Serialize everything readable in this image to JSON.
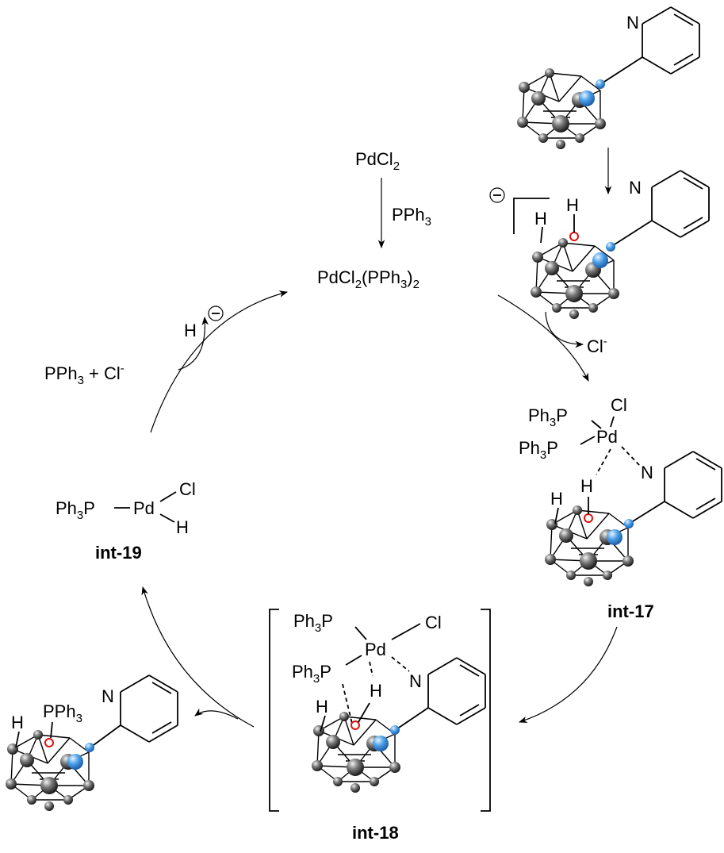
{
  "reagents": {
    "pdcl2": "PdCl",
    "pdcl2_sub": "2",
    "pph3_arrow": "PPh",
    "pph3_arrow_sub": "3",
    "catalyst": "PdCl",
    "catalyst_sub1": "2",
    "catalyst_mid": "(PPh",
    "catalyst_sub2": "3",
    "catalyst_end": ")",
    "catalyst_sub3": "2"
  },
  "byproducts": {
    "cl_minus": "Cl",
    "cl_minus_sup": "-",
    "hydride": "H",
    "hydride_charge": "⊖",
    "pph3_cl_a": "PPh",
    "pph3_cl_sub": "3",
    "pph3_cl_b": " + Cl",
    "pph3_cl_sup": "-"
  },
  "anion": {
    "charge": "⊖",
    "h_top": "H",
    "h_side": "H",
    "n": "N"
  },
  "substrate": {
    "n": "N"
  },
  "int17": {
    "label": "int-17",
    "pph3_top": "Ph",
    "pph3_top_sub": "3",
    "pph3_top_p": "P",
    "pph3_bot": "Ph",
    "pph3_bot_sub": "3",
    "pph3_bot_p": "P",
    "cl": "Cl",
    "pd": "Pd",
    "n": "N",
    "h_top": "H",
    "h_side": "H"
  },
  "int18": {
    "label": "int-18",
    "pph3_top": "Ph",
    "pph3_top_sub": "3",
    "pph3_top_p": "P",
    "pph3_bot": "Ph",
    "pph3_bot_sub": "3",
    "pph3_bot_p": "P",
    "cl": "Cl",
    "pd": "Pd",
    "n": "N",
    "h_top": "H",
    "h_side": "H"
  },
  "int19": {
    "label": "int-19",
    "ph3p": "Ph",
    "ph3p_sub": "3",
    "ph3p_p": "P",
    "pd": "Pd",
    "cl": "Cl",
    "h": "H"
  },
  "product": {
    "pph3": "PPh",
    "pph3_sub": "3",
    "n": "N",
    "h_side": "H"
  },
  "colors": {
    "boron_gray": "#555555",
    "carbon_blue": "#3d8fe0",
    "reactive_red": "#e01010"
  }
}
